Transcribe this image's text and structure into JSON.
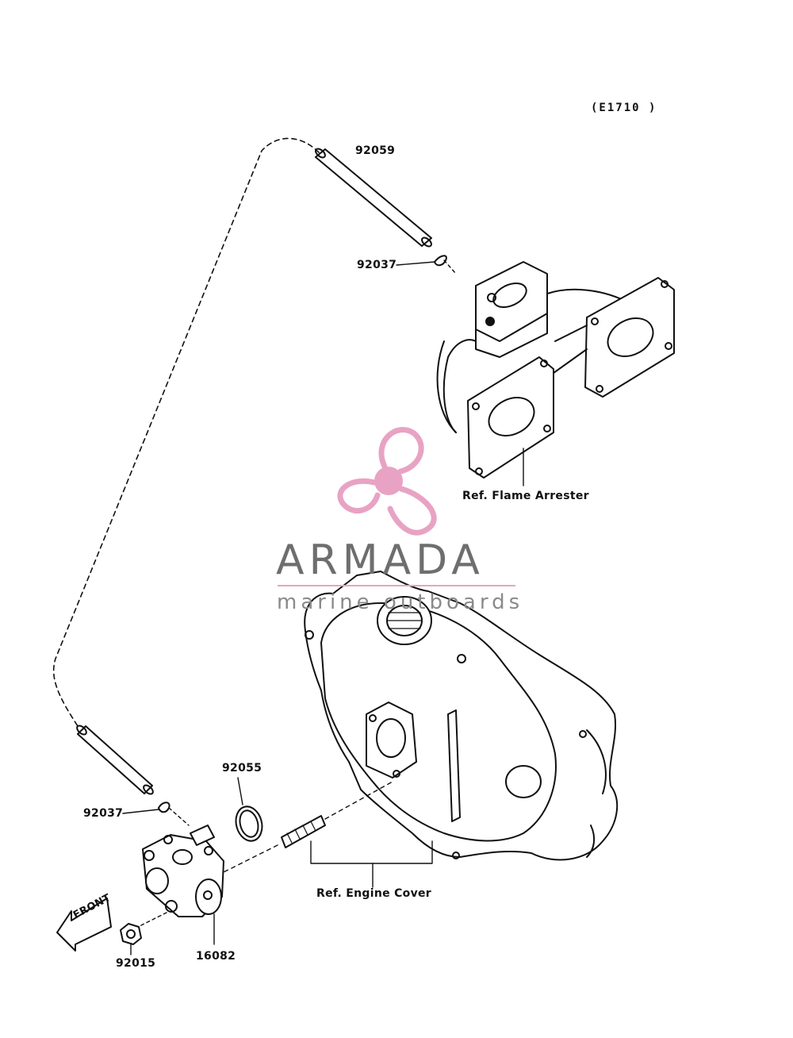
{
  "diagram": {
    "code": "(E1710 )",
    "parts": {
      "p92059": "92059",
      "p92037_top": "92037",
      "p92037_bottom": "92037",
      "p92055": "92055",
      "p92015": "92015",
      "p16082": "16082"
    },
    "references": {
      "flame_arrester": "Ref. Flame Arrester",
      "engine_cover": "Ref. Engine Cover"
    },
    "front_arrow": "FRONT"
  },
  "watermark": {
    "brand": "ARMADA",
    "tagline": "marine outboards",
    "logo_color": "#e8a3c4",
    "text_color": "#6e6e70"
  }
}
